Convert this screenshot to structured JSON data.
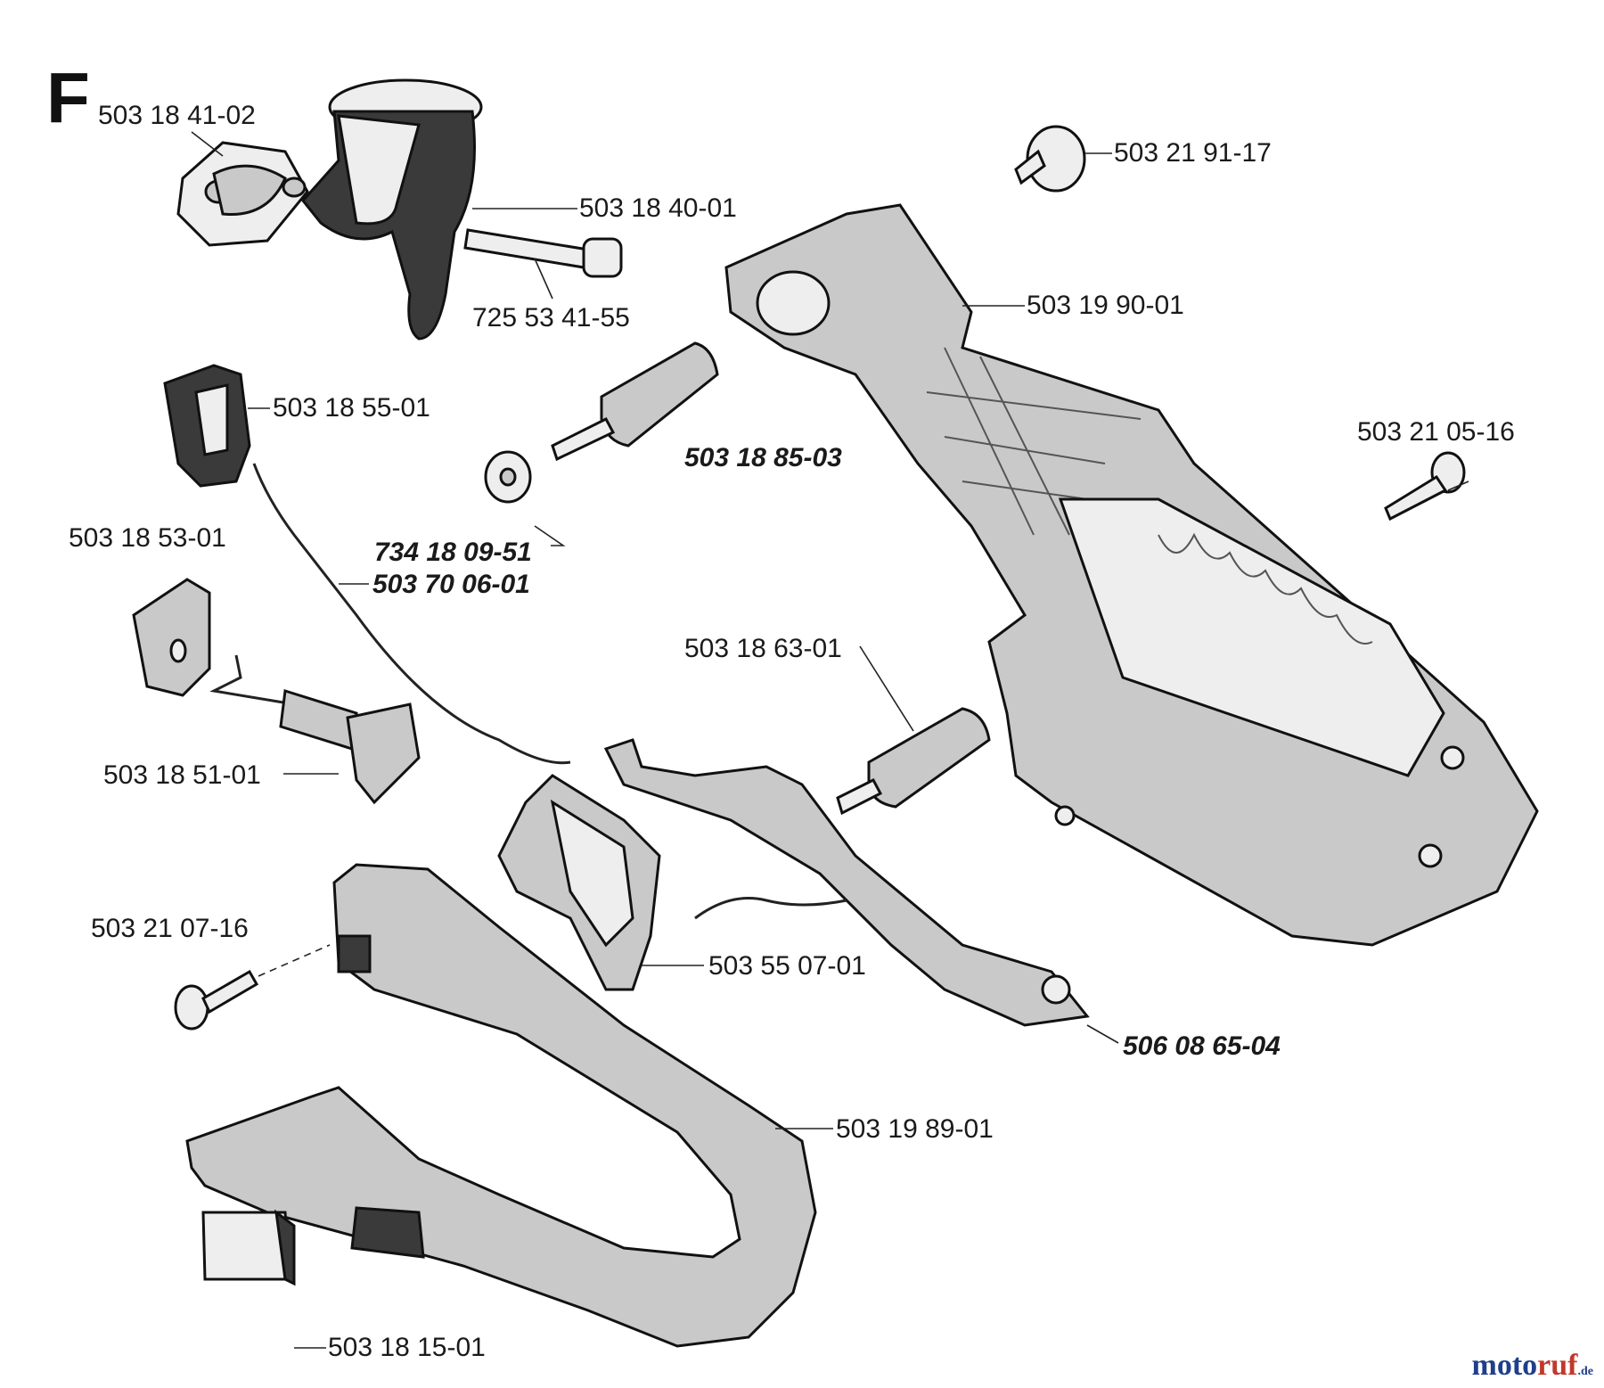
{
  "section_letter": "F",
  "labels": [
    {
      "id": "p1",
      "text": "503 18 41-02",
      "bold": false
    },
    {
      "id": "p2",
      "text": "503 18 40-01",
      "bold": false
    },
    {
      "id": "p3",
      "text": "725 53 41-55",
      "bold": false
    },
    {
      "id": "p4",
      "text": "503 21 91-17",
      "bold": false
    },
    {
      "id": "p5",
      "text": "503 19 90-01",
      "bold": false
    },
    {
      "id": "p6",
      "text": "503 18 55-01",
      "bold": false
    },
    {
      "id": "p7",
      "text": "503 18 85-03",
      "bold": true
    },
    {
      "id": "p8",
      "text": "503 21 05-16",
      "bold": false
    },
    {
      "id": "p9",
      "text": "503 18 53-01",
      "bold": false
    },
    {
      "id": "p10",
      "text": "734 18 09-51",
      "bold": true
    },
    {
      "id": "p11",
      "text": "503 70 06-01",
      "bold": true
    },
    {
      "id": "p12",
      "text": "503 18 63-01",
      "bold": false
    },
    {
      "id": "p13",
      "text": "503 18 51-01",
      "bold": false
    },
    {
      "id": "p14",
      "text": "503 21 07-16",
      "bold": false
    },
    {
      "id": "p15",
      "text": "503 55 07-01",
      "bold": false
    },
    {
      "id": "p16",
      "text": "506 08 65-04",
      "bold": true
    },
    {
      "id": "p17",
      "text": "503 19 89-01",
      "bold": false
    },
    {
      "id": "p18",
      "text": "503 18 15-01",
      "bold": false
    }
  ],
  "watermark": {
    "part_a": "moto",
    "part_b": "ruf",
    "part_c": ".de"
  },
  "colors": {
    "part_fill": "#c9c9c9",
    "outline": "#111111",
    "watermark_blue": "#1f3f8a",
    "watermark_red": "#c0392b"
  }
}
